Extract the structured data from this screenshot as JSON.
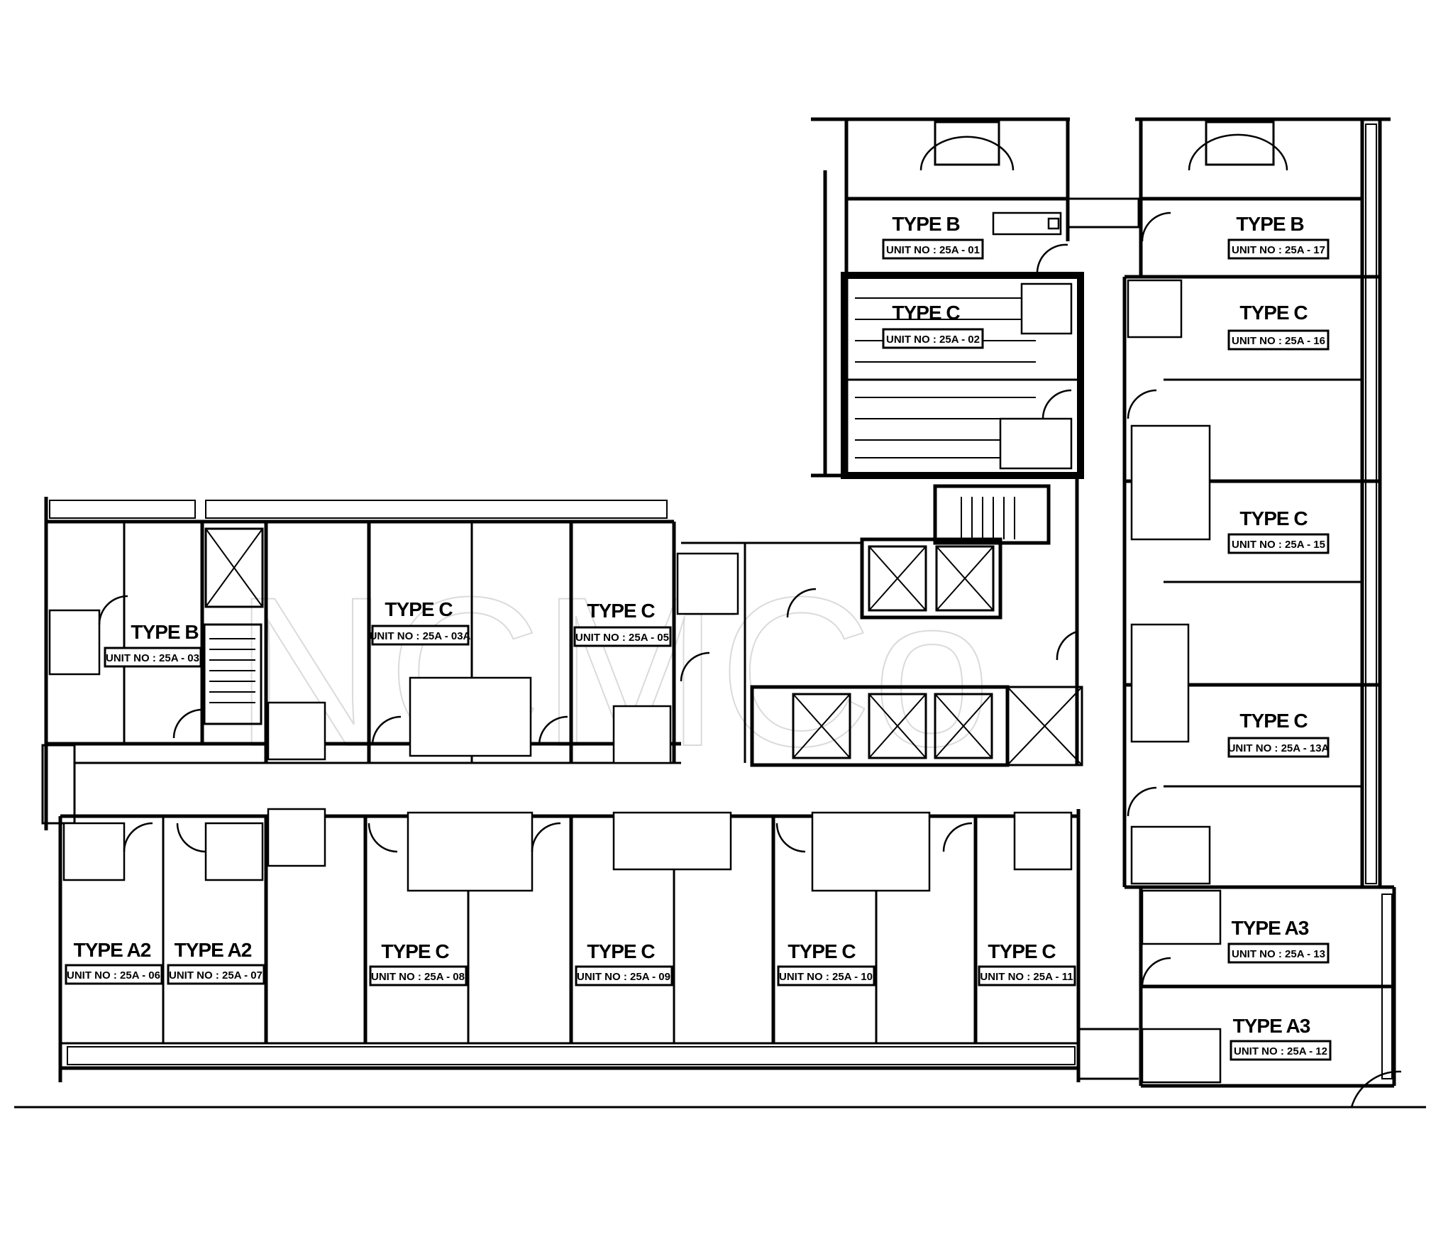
{
  "colors": {
    "line": "#000000",
    "background": "#ffffff",
    "watermark": "#bdbdbd"
  },
  "watermark": "NCMCo",
  "units": [
    {
      "id": "u1",
      "type": "TYPE B",
      "unit_no": "UNIT NO : 25A - 01"
    },
    {
      "id": "u2",
      "type": "TYPE B",
      "unit_no": "UNIT NO : 25A - 17"
    },
    {
      "id": "u3",
      "type": "TYPE C",
      "unit_no": "UNIT NO : 25A - 02",
      "highlighted": true
    },
    {
      "id": "u4",
      "type": "TYPE C",
      "unit_no": "UNIT NO : 25A - 16"
    },
    {
      "id": "u5",
      "type": "TYPE C",
      "unit_no": "UNIT NO : 25A - 15"
    },
    {
      "id": "u6",
      "type": "TYPE C",
      "unit_no": "UNIT NO : 25A - 13A"
    },
    {
      "id": "u7",
      "type": "TYPE B",
      "unit_no": "UNIT NO : 25A - 03"
    },
    {
      "id": "u8",
      "type": "TYPE C",
      "unit_no": "UNIT NO : 25A - 03A"
    },
    {
      "id": "u9",
      "type": "TYPE C",
      "unit_no": "UNIT NO : 25A - 05"
    },
    {
      "id": "u10",
      "type": "TYPE A3",
      "unit_no": "UNIT NO : 25A - 13"
    },
    {
      "id": "u11",
      "type": "TYPE A3",
      "unit_no": "UNIT NO : 25A - 12"
    },
    {
      "id": "u12",
      "type": "TYPE A2",
      "unit_no": "UNIT NO : 25A - 06"
    },
    {
      "id": "u13",
      "type": "TYPE A2",
      "unit_no": "UNIT NO : 25A - 07"
    },
    {
      "id": "u14",
      "type": "TYPE C",
      "unit_no": "UNIT NO : 25A - 08"
    },
    {
      "id": "u15",
      "type": "TYPE C",
      "unit_no": "UNIT NO : 25A - 09"
    },
    {
      "id": "u16",
      "type": "TYPE C",
      "unit_no": "UNIT NO : 25A - 10"
    },
    {
      "id": "u17",
      "type": "TYPE C",
      "unit_no": "UNIT NO : 25A - 11"
    }
  ]
}
